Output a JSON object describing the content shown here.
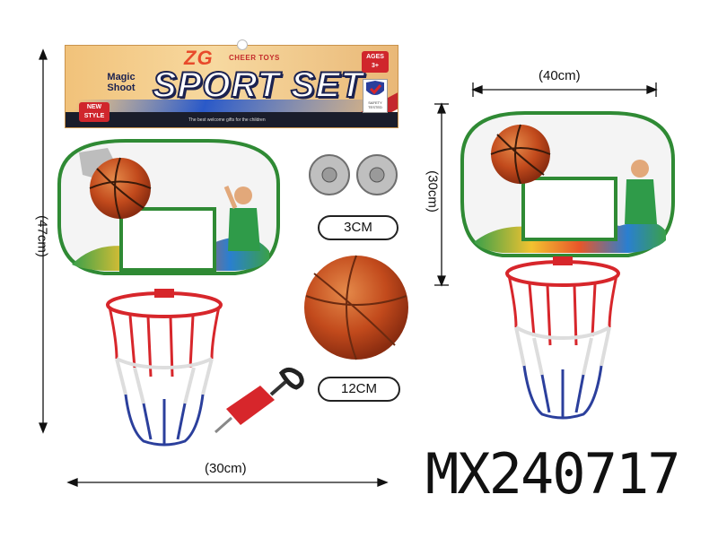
{
  "package": {
    "brand": "ZG",
    "brand_sub": "CHEER TOYS",
    "title": "SPORT SET",
    "product_line": "Magic Shoot",
    "new_style": "NEW STYLE",
    "ages_label": "AGES",
    "ages_value": "3+",
    "safety_label": "SAFETY TESTED",
    "tagline": "The best welcome gifts for the children"
  },
  "dimensions": {
    "total_height": "(47cm)",
    "width_left": "(30cm)",
    "width_right": "(40cm)",
    "height_right": "(30cm)"
  },
  "accessories": {
    "suction_size": "3CM",
    "ball_size": "12CM"
  },
  "model_code": "MX240717",
  "colors": {
    "board_green": "#2f8a34",
    "rim_red": "#d7262b",
    "ball_orange": "#c9541f",
    "net_blue": "#2b3f9c"
  },
  "icons": [
    "basketball-icon",
    "hand-pump-icon",
    "suction-cup-icon",
    "safety-check-icon"
  ]
}
